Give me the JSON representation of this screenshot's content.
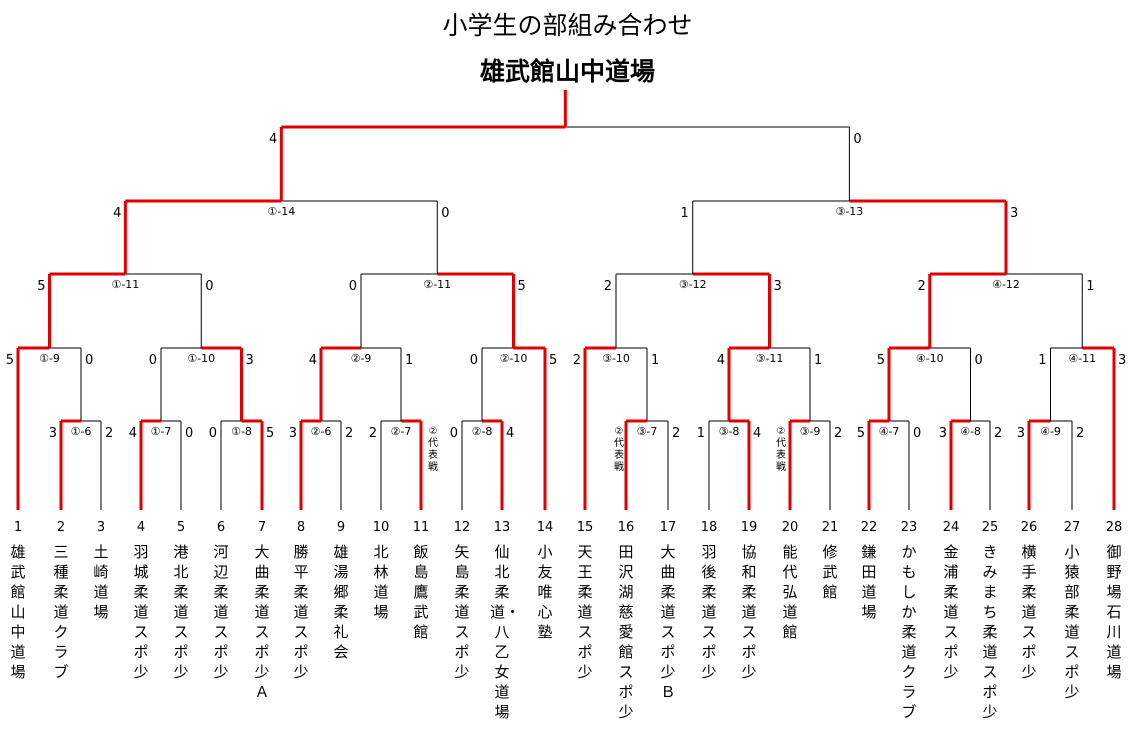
{
  "title": "小学生の部組み合わせ",
  "champion": "雄武館山中道場",
  "teams": [
    {
      "num": "1",
      "name": "雄武館山中道場"
    },
    {
      "num": "2",
      "name": "三種柔道クラブ"
    },
    {
      "num": "3",
      "name": "土崎道場"
    },
    {
      "num": "4",
      "name": "羽城柔道スポ少"
    },
    {
      "num": "5",
      "name": "港北柔道スポ少"
    },
    {
      "num": "6",
      "name": "河辺柔道スポ少"
    },
    {
      "num": "7",
      "name": "大曲柔道スポ少Ａ"
    },
    {
      "num": "8",
      "name": "勝平柔道スポ少"
    },
    {
      "num": "9",
      "name": "雄湯郷柔礼会"
    },
    {
      "num": "10",
      "name": "北林道場"
    },
    {
      "num": "11",
      "name": "飯島鷹武館"
    },
    {
      "num": "12",
      "name": "矢島柔道スポ少"
    },
    {
      "num": "13",
      "name": "仙北柔道・八乙女道場"
    },
    {
      "num": "14",
      "name": "小友唯心塾"
    },
    {
      "num": "15",
      "name": "天王柔道スポ少"
    },
    {
      "num": "16",
      "name": "田沢湖慈愛館スポ少"
    },
    {
      "num": "17",
      "name": "大曲柔道スポ少Ｂ"
    },
    {
      "num": "18",
      "name": "羽後柔道スポ少"
    },
    {
      "num": "19",
      "name": "協和柔道スポ少"
    },
    {
      "num": "20",
      "name": "能代弘道館"
    },
    {
      "num": "21",
      "name": "修武館"
    },
    {
      "num": "22",
      "name": "鎌田道場"
    },
    {
      "num": "23",
      "name": "かもしか柔道クラブ"
    },
    {
      "num": "24",
      "name": "金浦柔道スポ少"
    },
    {
      "num": "25",
      "name": "きみまち柔道スポ少"
    },
    {
      "num": "26",
      "name": "横手柔道スポ少"
    },
    {
      "num": "27",
      "name": "小猿部柔道スポ少"
    },
    {
      "num": "28",
      "name": "御野場石川道場"
    }
  ],
  "representative_label": "②代表戦",
  "matches": [
    {
      "id": "①-6",
      "left_score": "3",
      "right_score": "2",
      "winner": "left"
    },
    {
      "id": "①-7",
      "left_score": "4",
      "right_score": "0",
      "winner": "left"
    },
    {
      "id": "①-8",
      "left_score": "0",
      "right_score": "5",
      "winner": "right"
    },
    {
      "id": "②-6",
      "left_score": "3",
      "right_score": "2",
      "winner": "left"
    },
    {
      "id": "②-7",
      "left_score": "2",
      "right_score": "",
      "winner": "right"
    },
    {
      "id": "②-8",
      "left_score": "0",
      "right_score": "4",
      "winner": "right"
    },
    {
      "id": "③-7",
      "left_score": "",
      "right_score": "2",
      "winner": "left"
    },
    {
      "id": "③-8",
      "left_score": "1",
      "right_score": "4",
      "winner": "right"
    },
    {
      "id": "③-9",
      "left_score": "",
      "right_score": "2",
      "winner": "left"
    },
    {
      "id": "④-7",
      "left_score": "5",
      "right_score": "0",
      "winner": "left"
    },
    {
      "id": "④-8",
      "left_score": "3",
      "right_score": "2",
      "winner": "left"
    },
    {
      "id": "④-9",
      "left_score": "3",
      "right_score": "2",
      "winner": "left"
    },
    {
      "id": "①-9",
      "left_score": "5",
      "right_score": "0",
      "winner": "left"
    },
    {
      "id": "①-10",
      "left_score": "0",
      "right_score": "3",
      "winner": "right"
    },
    {
      "id": "②-9",
      "left_score": "4",
      "right_score": "1",
      "winner": "left"
    },
    {
      "id": "②-10",
      "left_score": "0",
      "right_score": "5",
      "winner": "right"
    },
    {
      "id": "③-10",
      "left_score": "2",
      "right_score": "1",
      "winner": "left"
    },
    {
      "id": "③-11",
      "left_score": "4",
      "right_score": "1",
      "winner": "left"
    },
    {
      "id": "④-10",
      "left_score": "5",
      "right_score": "0",
      "winner": "left"
    },
    {
      "id": "④-11",
      "left_score": "1",
      "right_score": "3",
      "winner": "right"
    },
    {
      "id": "①-11",
      "left_score": "5",
      "right_score": "0",
      "winner": "left"
    },
    {
      "id": "②-11",
      "left_score": "0",
      "right_score": "5",
      "winner": "right"
    },
    {
      "id": "③-12",
      "left_score": "2",
      "right_score": "3",
      "winner": "right"
    },
    {
      "id": "④-12",
      "left_score": "2",
      "right_score": "1",
      "winner": "left"
    },
    {
      "id": "①-14",
      "left_score": "4",
      "right_score": "0",
      "winner": "left"
    },
    {
      "id": "③-13",
      "left_score": "1",
      "right_score": "3",
      "winner": "right"
    },
    {
      "id": "",
      "left_score": "4",
      "right_score": "0",
      "winner": "left"
    }
  ],
  "colors": {
    "winner_line": "#e00000",
    "line": "#000000"
  }
}
